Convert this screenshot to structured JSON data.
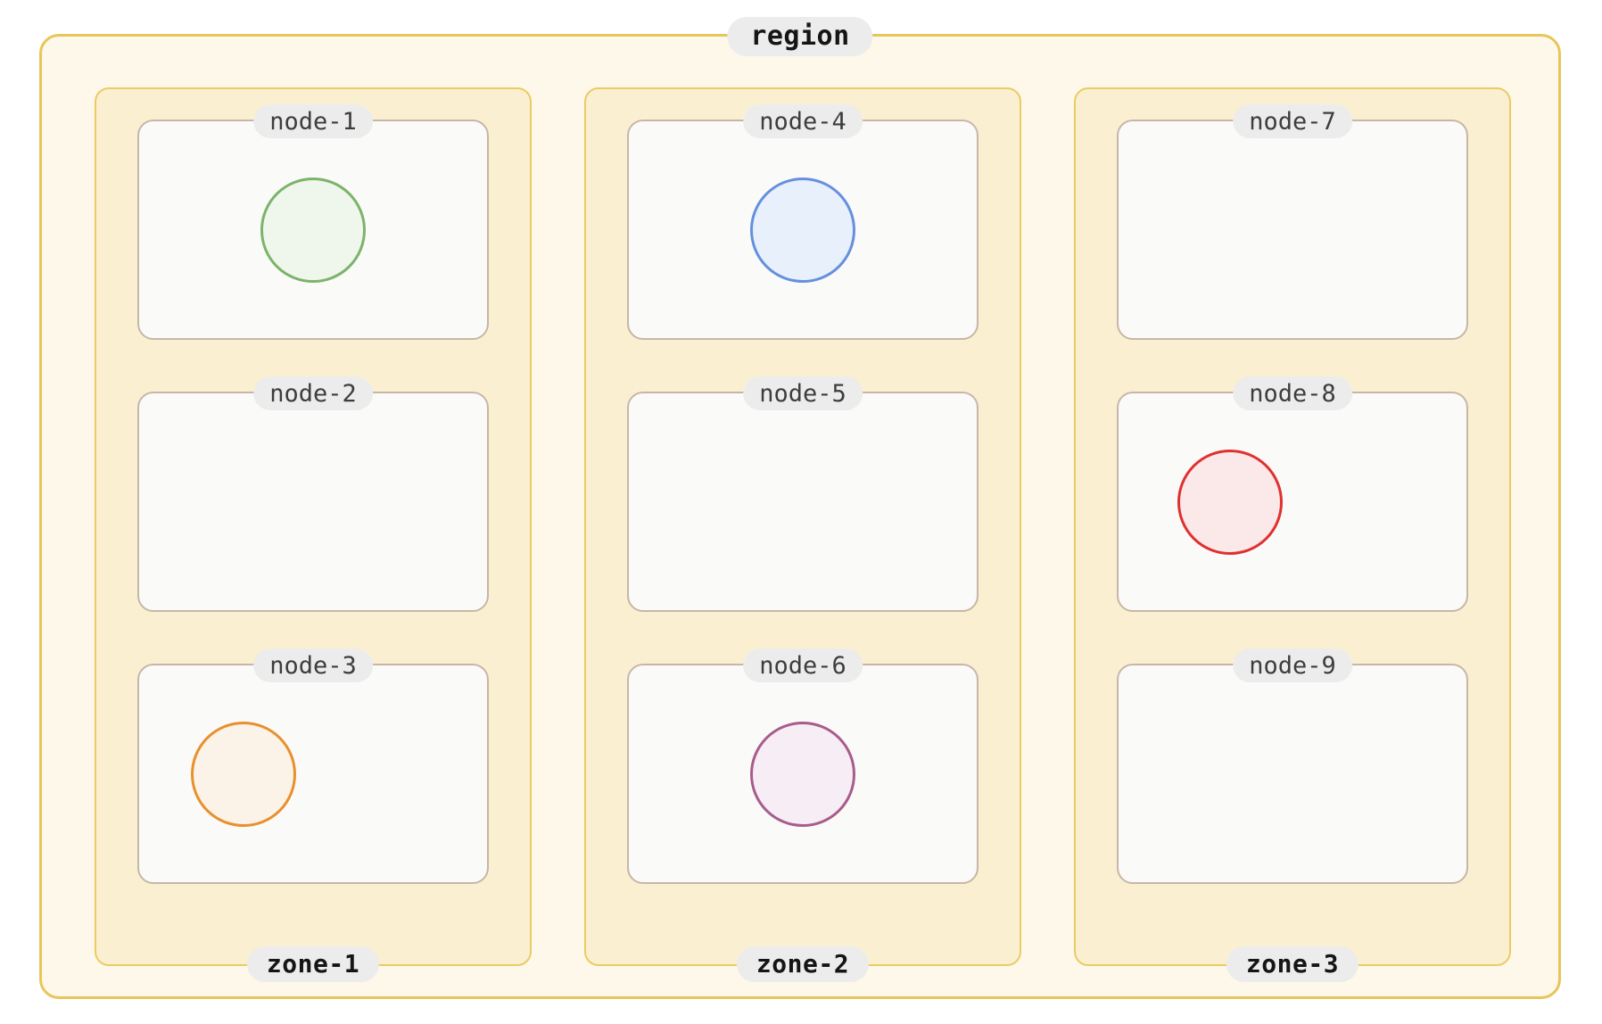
{
  "diagram": {
    "type": "nested-containment",
    "region": {
      "label": "region",
      "border_color": "#e8c55c",
      "fill_color": "#fdf8e9"
    },
    "zone_style": {
      "border_color": "#ebcb63",
      "fill_color": "#faf0d1"
    },
    "node_style": {
      "border_color": "#c7b6a7",
      "fill_color": "#fafaf8"
    },
    "label_pill": {
      "background": "#ececec",
      "zone_text_color": "#151515",
      "node_text_color": "#3d3d3d"
    },
    "zones": [
      {
        "label": "zone-1",
        "nodes": [
          {
            "label": "node-1",
            "circle": {
              "present": true,
              "color_name": "green",
              "stroke": "#7cb36a",
              "fill": "#eff7ec",
              "position": "center"
            }
          },
          {
            "label": "node-2",
            "circle": {
              "present": false
            }
          },
          {
            "label": "node-3",
            "circle": {
              "present": true,
              "color_name": "orange",
              "stroke": "#e8902e",
              "fill": "#fbf2e8",
              "position": "left"
            }
          }
        ]
      },
      {
        "label": "zone-2",
        "nodes": [
          {
            "label": "node-4",
            "circle": {
              "present": true,
              "color_name": "blue",
              "stroke": "#6590dd",
              "fill": "#e8f0fc",
              "position": "center"
            }
          },
          {
            "label": "node-5",
            "circle": {
              "present": false
            }
          },
          {
            "label": "node-6",
            "circle": {
              "present": true,
              "color_name": "purple",
              "stroke": "#a85c8c",
              "fill": "#f6eef4",
              "position": "center"
            }
          }
        ]
      },
      {
        "label": "zone-3",
        "nodes": [
          {
            "label": "node-7",
            "circle": {
              "present": false
            }
          },
          {
            "label": "node-8",
            "circle": {
              "present": true,
              "color_name": "red",
              "stroke": "#e03030",
              "fill": "#fbe8e8",
              "position": "left"
            }
          },
          {
            "label": "node-9",
            "circle": {
              "present": false
            }
          }
        ]
      }
    ]
  }
}
